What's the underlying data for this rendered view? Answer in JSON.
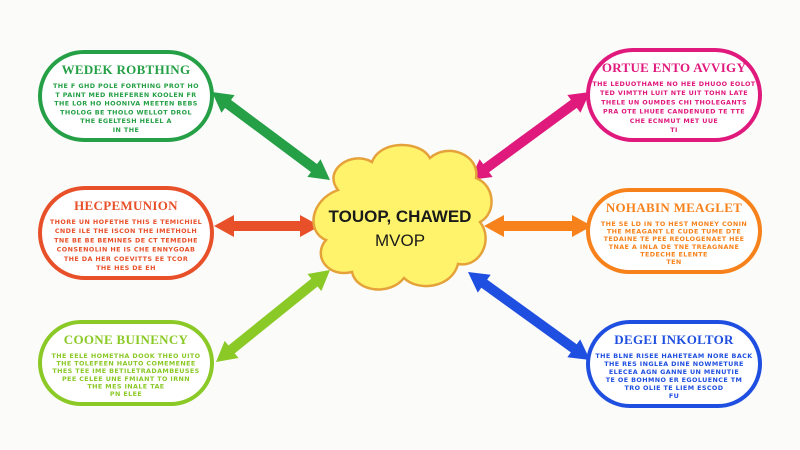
{
  "center": {
    "title": "TOUOP, CHAWED",
    "subtitle": "MVOP",
    "fill_color": "#fff36b",
    "border_color": "#e6a23a"
  },
  "nodes": [
    {
      "id": "top-left",
      "title": "WEDEK ROBTHING",
      "color": "#25a046",
      "lines": [
        "THE F GHD POLE FORTHING PROT HO",
        "T PAINT MED RHEFEREN KOOLEN FR",
        "THE LOR HO HOONIVA MEETEN BEBS",
        "THOLOG BE THOLO WELLOT DROL",
        "THE EGELTESH HELEL A",
        "IN THE"
      ]
    },
    {
      "id": "middle-left",
      "title": "HECPEMUNION",
      "color": "#e8502a",
      "lines": [
        "THORE UN HOFETHE THIS E TEMICHIEL",
        "CNDE ILE THE ISCON THE IMETHOLH",
        "TNE BE BE BEMINES DE CT TEMEDHE",
        "CONSENOLIN HE IS CHE ENNYGOAB",
        "THE DA HER COEVITTS EE TCOR",
        "THE HES DE EH"
      ]
    },
    {
      "id": "bottom-left",
      "title": "COONE BUINENCY",
      "color": "#8ac926",
      "lines": [
        "THE EELE HOMETHA DOOK THEO UITO",
        "THE TOLEFEEN HAUTO COMEMENEE",
        "THES TEE IME BETILETRADAMBEUSES",
        "PEE CELEE UNE FMIANT TO IRNN",
        "THE MES INALE TAE",
        "PN ELEE"
      ]
    },
    {
      "id": "top-right",
      "title": "ORTUE ENTO AVVIGY",
      "color": "#e0197d",
      "lines": [
        "THE LEDUOTHAME NO HEE DHUOO EOLOT",
        "TED VIMTTH LUIT NTE UIT TOHN LATE",
        "THELE UN OUMDES CHI THOLEGANTS",
        "PRA OTE LHUEE CANDENUED TE TTE",
        "CHE ECNMUT MET UUE",
        "TI"
      ]
    },
    {
      "id": "middle-right",
      "title": "NOHABIN MEAGLET",
      "color": "#f7821b",
      "lines": [
        "THE SE LD IN TO HEST MONEY CONIN",
        "THE MEAGANT LE CUDE TUME DTE",
        "TEDAINE TE PEE REOLOGENAET HEE",
        "TNAE A INLA DE TNE TREAGNANE",
        "TEDECHE ELENTE",
        "TEN"
      ]
    },
    {
      "id": "bottom-right",
      "title": "DEGEI INKOLTOR",
      "color": "#1f4fe0",
      "lines": [
        "THE BLNE RISEE HAHETEAM NORE BACK",
        "THE RES INGLEA DINE NOWMETURE",
        "ELECEA AGN GANNE UN MENUTIE",
        "TE OE BOHMNO ER EGOLUENCE TM",
        "TRO OLIE TE LIEM ESCOD",
        "FU"
      ]
    }
  ]
}
